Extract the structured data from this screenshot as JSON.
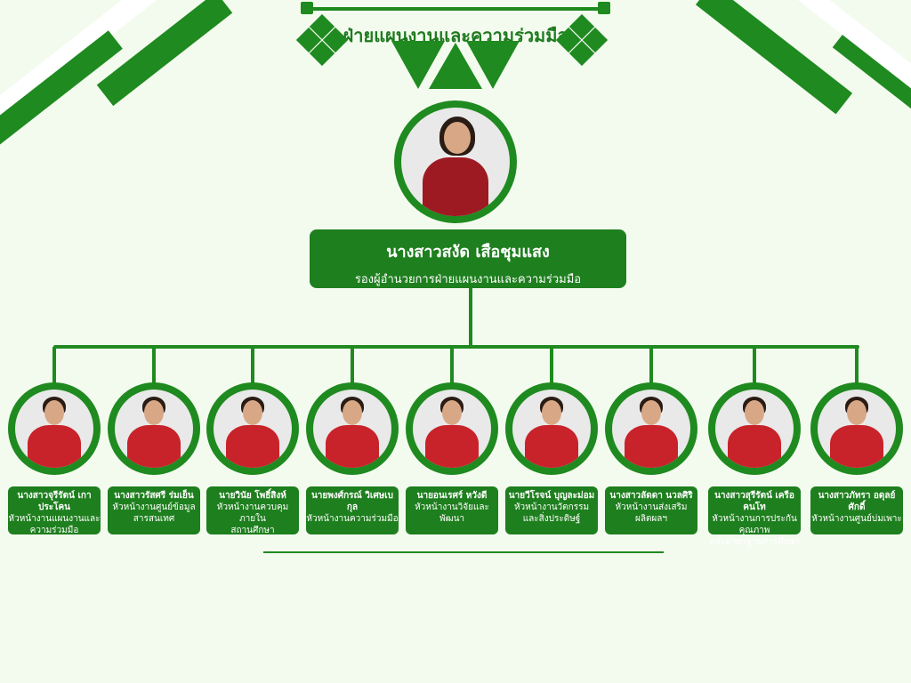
{
  "title": "ฝ่ายแผนงานและความร่วมมือ",
  "colors": {
    "primary": "#1f8a1f",
    "background": "#f3fbef",
    "uniform": "#c8232a"
  },
  "head": {
    "name": "นางสาวสงัด เสือชุมแสง",
    "role": "รองผู้อำนวยการฝ่ายแผนงานและความร่วมมือ"
  },
  "staff": [
    {
      "name": "นางสาวจุรีรัตน์ เกาประโคน",
      "role1": "หัวหน้างานแผนงานและ",
      "role2": "ความร่วมมือ"
    },
    {
      "name": "นางสาวรัสศรี ร่มเย็น",
      "role1": "หัวหน้างานศูนย์ข้อมูล",
      "role2": "สารสนเทศ"
    },
    {
      "name": "นายวินัย โพธิ์สิงห์",
      "role1": "หัวหน้างานควบคุมภายใน",
      "role2": "สถานศึกษา"
    },
    {
      "name": "นายพงศ์กรณ์ วิเศษเบกุล",
      "role1": "หัวหน้างานความร่วมมือ",
      "role2": ""
    },
    {
      "name": "นายอนเรศร์ หวังดี",
      "role1": "หัวหน้างานวิจัยและพัฒนา",
      "role2": ""
    },
    {
      "name": "นายวีโรจน์ บุญละม่อม",
      "role1": "หัวหน้างานวัตกรรม",
      "role2": "และสิ่งประดิษฐ์"
    },
    {
      "name": "นางสาวลัดดา นวลศิริ",
      "role1": "หัวหน้างานส่งเสริม",
      "role2": "ผลิตผลฯ"
    },
    {
      "name": "นางสาวสุรีรัตน์ เครือคนโท",
      "role1": "หัวหน้างานการประกันคุณภาพ",
      "role2": "และมาตรฐานการศึกษา"
    },
    {
      "name": "นางสาวภัทรา อดุลย์ศักดิ์",
      "role1": "หัวหน้างานศูนย์บ่มเพาะ",
      "role2": ""
    }
  ]
}
